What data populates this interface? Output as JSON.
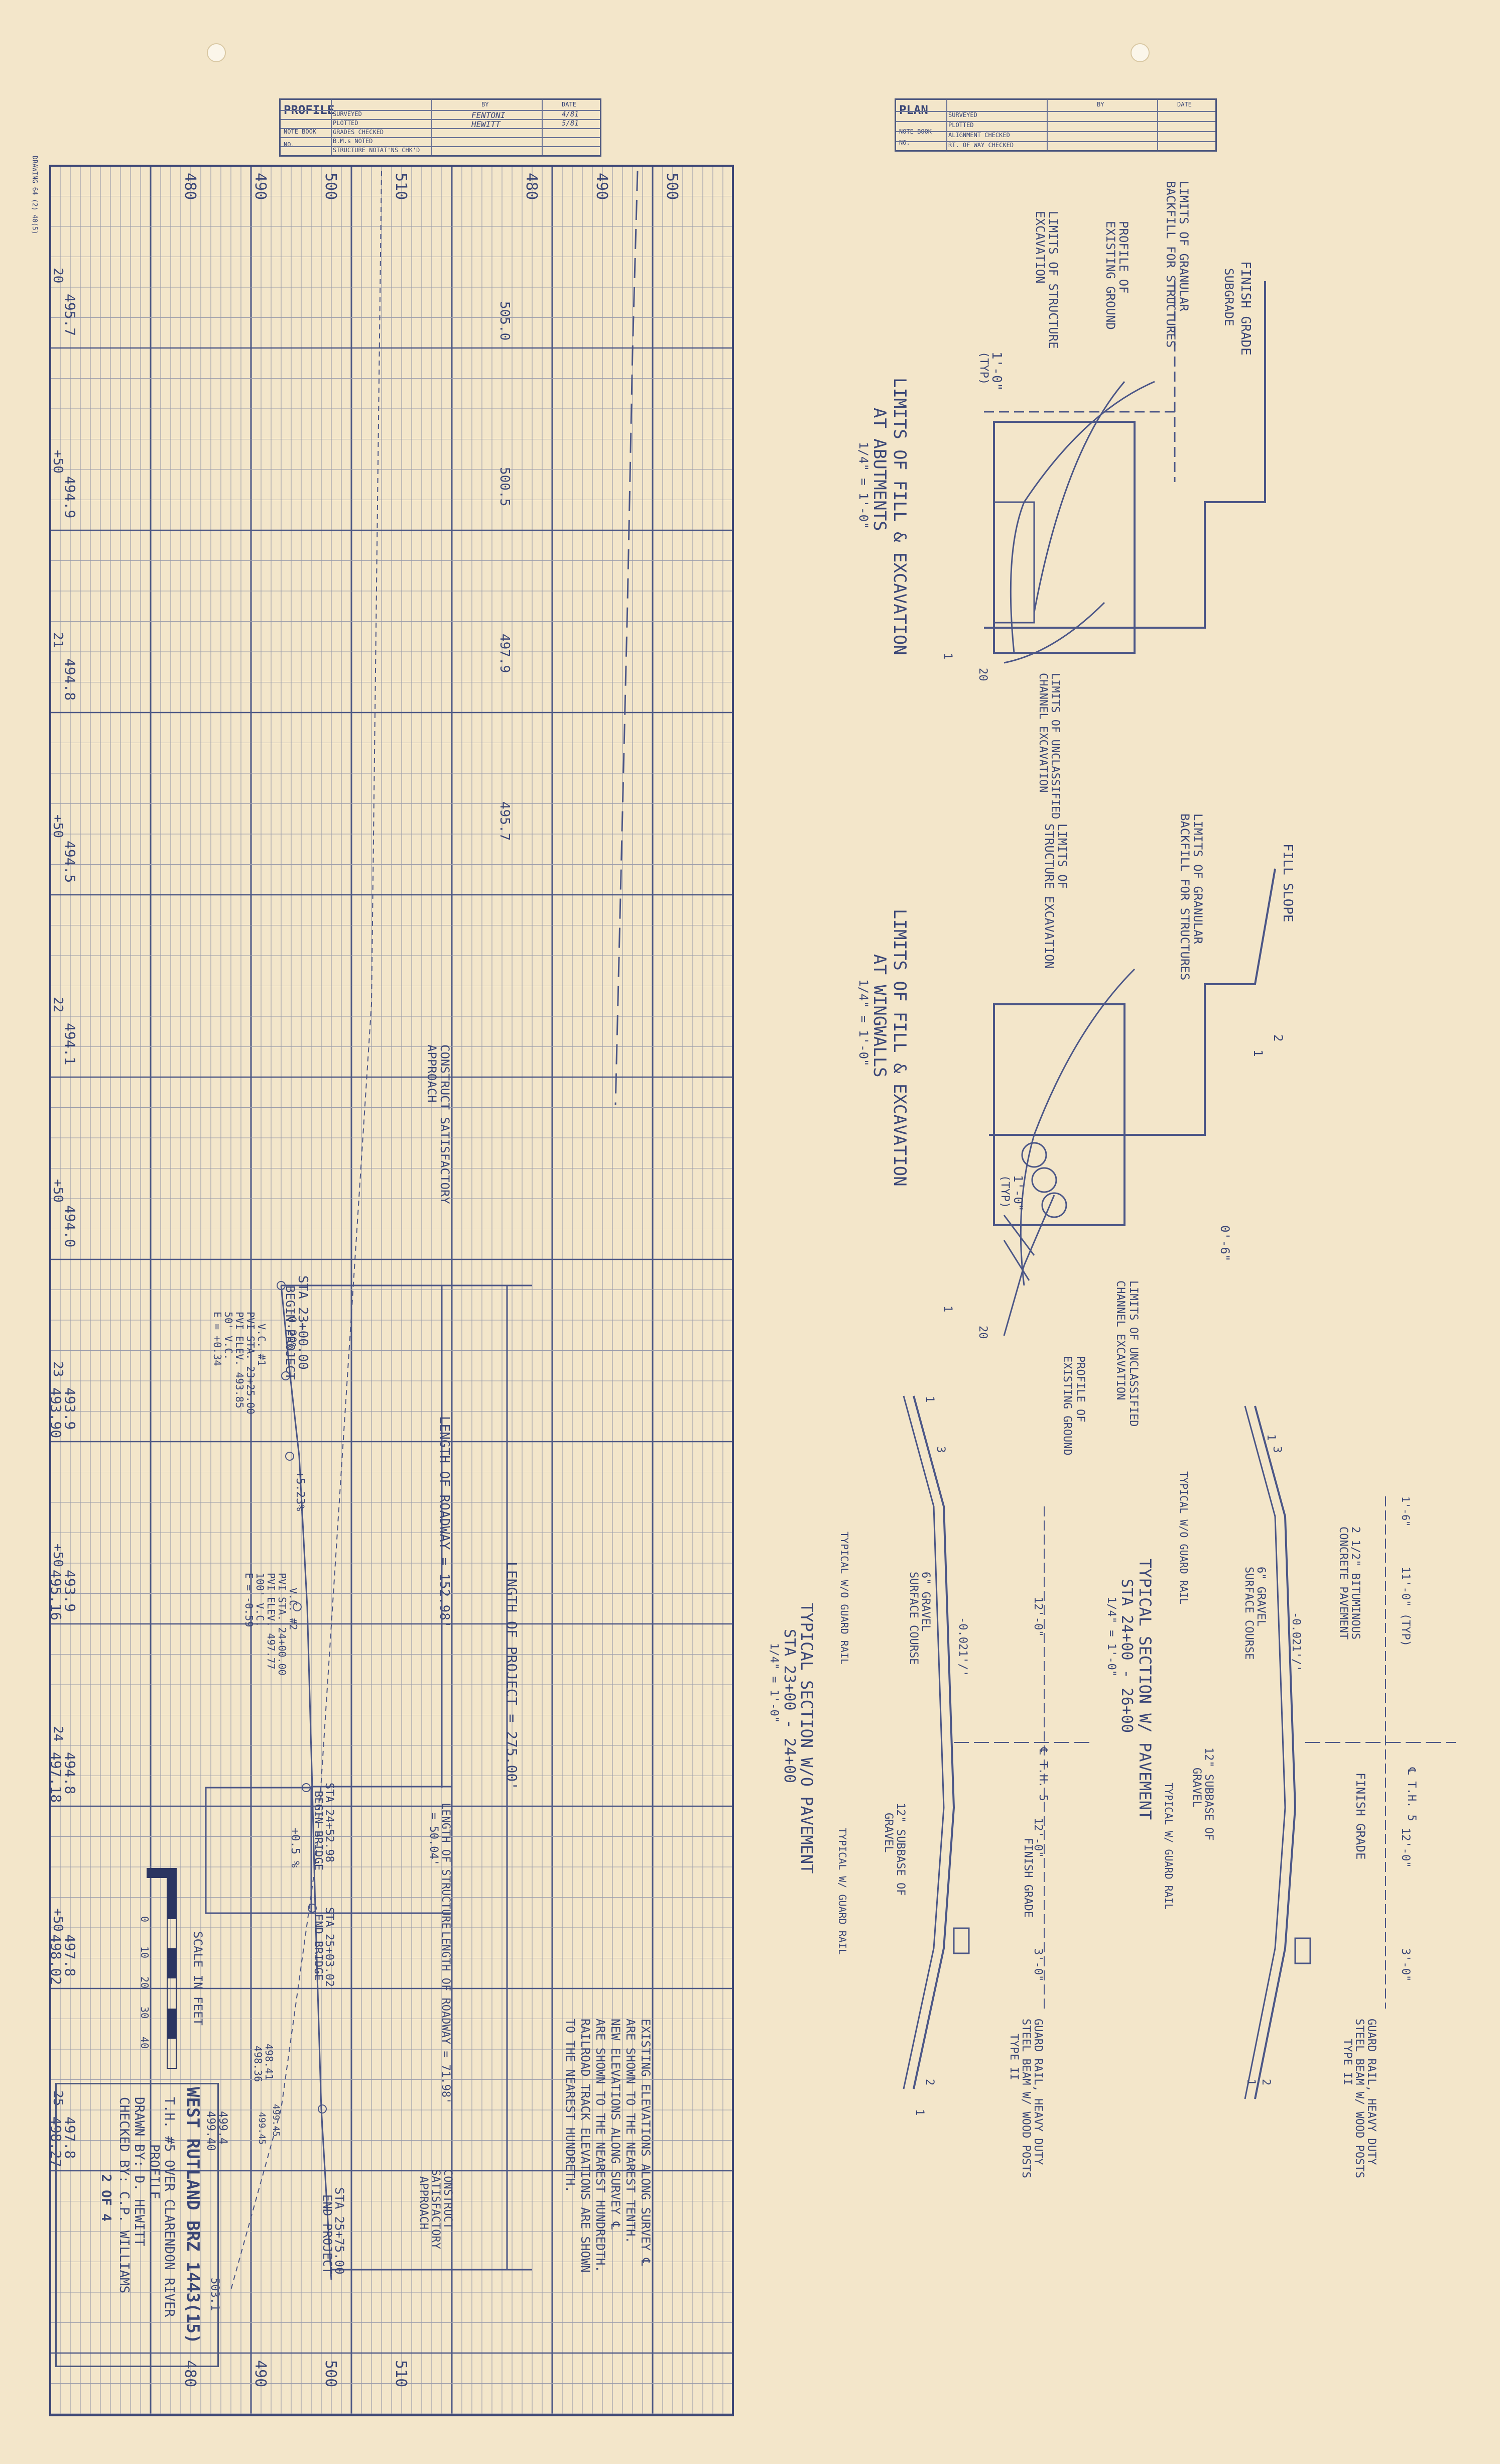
{
  "profile_box": {
    "title": "PROFILE",
    "note_book": "NOTE BOOK",
    "no": "NO.",
    "rows": [
      "SURVEYED",
      "PLOTTED",
      "GRADES CHECKED",
      "B.M.s NOTED",
      "STRUCTURE NOTAT'NS CHK'D"
    ],
    "by_header": "BY",
    "date_header": "DATE",
    "by_plotted": "FENTONI",
    "by_grades": "HEWITT",
    "date_plotted": "4/81",
    "date_grades": "5/81"
  },
  "plan_box": {
    "title": "PLAN",
    "note_book": "NOTE BOOK",
    "no": "NO.",
    "rows": [
      "SURVEYED",
      "PLOTTED",
      "ALIGNMENT CHECKED",
      "RT. OF WAY CHECKED"
    ],
    "by_header": "BY",
    "date_header": "DATE"
  },
  "drawing_no": "DRAWING 64 (2) 40(5)",
  "profile_elev_labels_top": [
    "480",
    "490",
    "500",
    "510",
    "480",
    "490",
    "500"
  ],
  "profile_elev_labels_bottom": [
    "480",
    "490",
    "500",
    "510"
  ],
  "stations": [
    {
      "sta": "20",
      "existing": "495.7",
      "proposed": ""
    },
    {
      "sta": "+50",
      "existing": "494.9",
      "proposed": ""
    },
    {
      "sta": "21",
      "existing": "494.8",
      "proposed": ""
    },
    {
      "sta": "+50",
      "existing": "494.5",
      "proposed": ""
    },
    {
      "sta": "22",
      "existing": "494.1",
      "proposed": ""
    },
    {
      "sta": "+50",
      "existing": "494.0",
      "proposed": ""
    },
    {
      "sta": "23",
      "existing": "493.9",
      "proposed": "493.90"
    },
    {
      "sta": "+50",
      "existing": "493.9",
      "proposed": "495.16"
    },
    {
      "sta": "24",
      "existing": "494.8",
      "proposed": "497.18"
    },
    {
      "sta": "+50",
      "existing": "497.8",
      "proposed": "498.02"
    },
    {
      "sta": "25",
      "existing": "497.8",
      "proposed": "498.27"
    }
  ],
  "upper_profile_marks": [
    "505.0",
    "500.5",
    "497.9",
    "495.7"
  ],
  "profile_notes": {
    "sta_begin_project": "STA 23+00.00",
    "begin_project": "BEGIN PROJECT",
    "grade_1": "-0.20%",
    "grade_2": "+5.23%",
    "grade_3": "+0.5 %",
    "vc1": [
      "V.C. #1",
      "PVI STA. 23+25.00",
      "PVI ELEV. 493.85",
      "50' V.C.",
      "E = +0.34"
    ],
    "vc2": [
      "V.C. #2",
      "PVI STA. 24+00.00",
      "PVI ELEV. 497.77",
      "100' V.C.",
      "E = -0.59"
    ],
    "construct_approach": [
      "CONSTRUCT SATISFACTORY",
      "APPROACH"
    ],
    "construct_approach_end": [
      "CONSTRUCT",
      "SATISFACTORY",
      "APPROACH"
    ],
    "length_roadway_1": "LENGTH OF ROADWAY = 152.98'",
    "length_project": "LENGTH OF PROJECT = 275.00'",
    "sta_begin_bridge": "STA 24+52.98",
    "begin_bridge": "BEGIN BRIDGE",
    "length_structure": [
      "LENGTH OF STRUCTURE",
      "= 50.04'"
    ],
    "sta_end_bridge": "STA 25+03.02",
    "end_bridge": "END BRIDGE",
    "length_roadway_2": "LENGTH OF ROADWAY = 71.98'",
    "sta_end_project": "STA 25+75.00",
    "end_project": "END PROJECT",
    "elev_a": "498.41",
    "elev_b": "498.36",
    "elev_c": "499.4",
    "elev_d": "499.40",
    "elev_e": "499.45",
    "elev_f": "499.45",
    "elev_g": "503.1",
    "scale_title": "SCALE IN FEET",
    "scale_ticks": [
      "0",
      "10",
      "20",
      "30",
      "40"
    ]
  },
  "existing_notes": [
    "EXISTING ELEVATIONS ALONG SURVEY ℄",
    "ARE SHOWN TO THE NEAREST TENTH.",
    "NEW ELEVATIONS ALONG SURVEY ℄",
    "ARE SHOWN TO THE NEAREST HUNDREDTH.",
    "RAILROAD TRACK ELEVATIONS ARE SHOWN",
    "TO THE NEAREST HUNDRETH."
  ],
  "title_block": {
    "line1": "WEST RUTLAND BRZ 1443(15)",
    "line2": "T.H. #5 OVER CLARENDON RIVER",
    "line3": "PROFILE",
    "line4": "DRAWN BY: D. HEWITT",
    "line5": "CHECKED BY: C.P. WILLIAMS",
    "sheet": "2 OF 4"
  },
  "abutment_detail": {
    "labels": [
      "FINISH GRADE",
      "SUBGRADE",
      "LIMITS OF GRANULAR",
      "BACKFILL FOR STRUCTURES",
      "PROFILE OF",
      "EXISTING GROUND",
      "LIMITS OF STRUCTURE",
      "EXCAVATION",
      "1'-0\"",
      "(TYP)",
      "LIMITS OF UNCLASSIFIED",
      "CHANNEL EXCAVATION",
      "1",
      "20"
    ],
    "title": "LIMITS OF FILL & EXCAVATION",
    "subtitle": "AT ABUTMENTS",
    "scale": "1/4\" = 1'-0\""
  },
  "wingwall_detail": {
    "labels": [
      "FILL SLOPE",
      "LIMITS OF GRANULAR",
      "BACKFILL FOR STRUCTURES",
      "LIMITS OF",
      "STRUCTURE EXCAVATION",
      "LIMITS OF UNCLASSIFIED",
      "CHANNEL EXCAVATION",
      "PROFILE OF",
      "EXISTING GROUND",
      "2",
      "1",
      "0'-6\"",
      "1'-0\"",
      "(TYP)",
      "1",
      "20"
    ],
    "title": "LIMITS OF FILL & EXCAVATION",
    "subtitle": "AT WINGWALLS",
    "scale": "1/4\" = 1'-0\""
  },
  "section_upper": {
    "labels": [
      "2 1/2\" BITUMINOUS",
      "CONCRETE PAVEMENT",
      "6\" GRAVEL",
      "SURFACE COURSE",
      "12\" SUBBASE OF",
      "GRAVEL",
      "TYPICAL W/O GUARD RAIL",
      "TYPICAL W/ GUARD RAIL",
      "FINISH GRADE",
      "-0.021'/'",
      "11'-0\" (TYP)",
      "12'-0\"",
      "3'-0\"",
      "1'-6\"",
      "℄ T.H. 5",
      "GUARD RAIL, HEAVY DUTY",
      "STEEL BEAM W/ WOOD POSTS",
      "TYPE II",
      "1",
      "3",
      "2",
      "1"
    ],
    "title": "TYPICAL SECTION W/ PAVEMENT",
    "sta": "STA 24+00 - 26+00",
    "scale": "1/4\" = 1'-0\""
  },
  "section_lower": {
    "labels": [
      "6\" GRAVEL",
      "SURFACE COURSE",
      "12\" SUBBASE OF",
      "GRAVEL",
      "TYPICAL W/O GUARD RAIL",
      "TYPICAL W/ GUARD RAIL",
      "FINISH GRADE",
      "-0.021'/'",
      "12'-0\"",
      "12'-0\"",
      "3'-0\"",
      "℄ T.H. 5",
      "GUARD RAIL, HEAVY DUTY",
      "STEEL BEAM W/ WOOD POSTS",
      "TYPE II",
      "1",
      "3",
      "2",
      "1"
    ],
    "title": "TYPICAL SECTION W/O PAVEMENT",
    "sta": "STA 23+00 - 24+00",
    "scale": "1/4\" = 1'-0\""
  }
}
